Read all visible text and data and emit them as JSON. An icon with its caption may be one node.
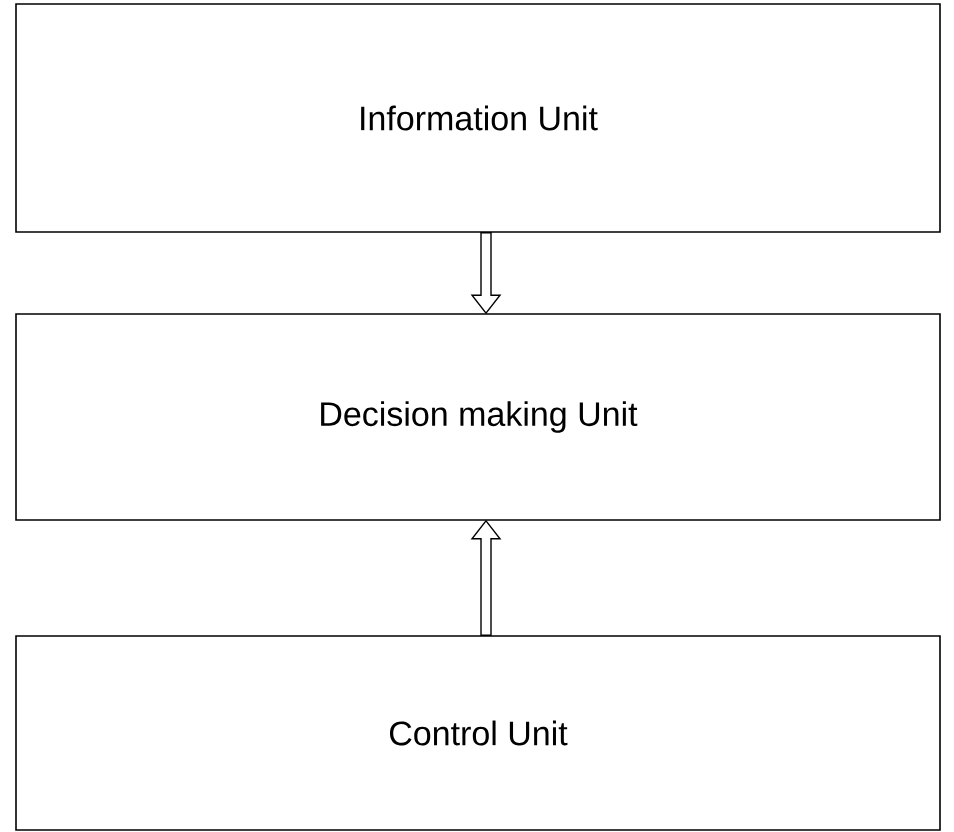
{
  "diagram": {
    "nodes": [
      {
        "text": [
          "Information Unit"
        ]
      },
      {
        "text": [
          "Decision making Unit"
        ]
      },
      {
        "text": [
          "Control Unit"
        ]
      }
    ],
    "edges": [
      {
        "from": 0,
        "to": 1,
        "arrow": "to"
      },
      {
        "from": 2,
        "to": 1,
        "arrow": "to"
      }
    ]
  }
}
